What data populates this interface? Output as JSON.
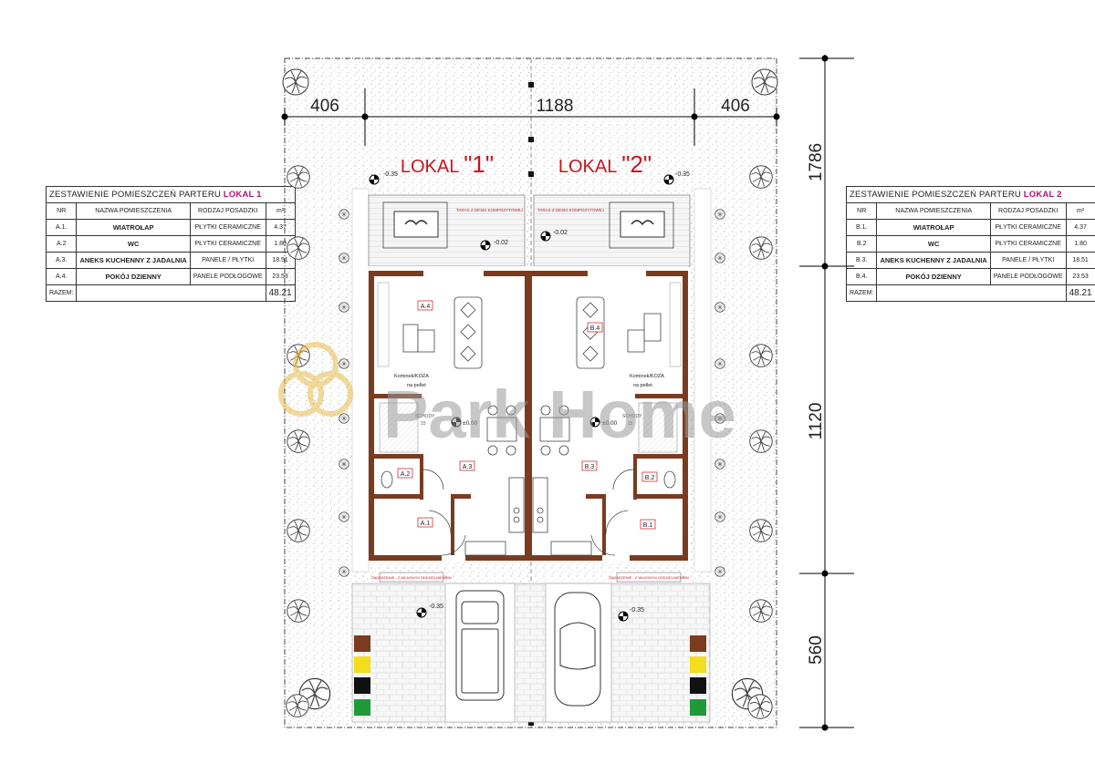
{
  "dimensions": {
    "top_left": "406",
    "top_middle": "1188",
    "top_right": "406",
    "right_top": "1786",
    "right_middle": "1120",
    "right_bottom": "560"
  },
  "units": [
    {
      "heading": "LOKAL",
      "number": "\"1\"",
      "table": {
        "title_prefix": "ZESTAWIENIE POMIESZCZEŃ PARTERU",
        "title_lokal": "LOKAL 1",
        "headers": [
          "NR",
          "NAZWA POMIESZCZENIA",
          "RODZAJ POSADZKI",
          "m²"
        ],
        "rows": [
          {
            "nr": "A.1.",
            "name": "WIATROŁAP",
            "floor": "PŁYTKI CERAMICZNE",
            "area": "4.37"
          },
          {
            "nr": "A.2",
            "name": "WC",
            "floor": "PŁYTKI CERAMICZNE",
            "area": "1.80"
          },
          {
            "nr": "A.3.",
            "name": "ANEKS KUCHENNY Z JADALNIA",
            "floor": "PANELE / PŁYTKI",
            "area": "18.51"
          },
          {
            "nr": "A.4.",
            "name": "POKÓJ DZIENNY",
            "floor": "PANELE PODŁOGOWE",
            "area": "23.53"
          }
        ],
        "total_label": "RAZEM:",
        "total": "48.21"
      },
      "room_labels": [
        "A.1",
        "A.2",
        "A.3",
        "A.4"
      ],
      "level_terrace": "-0.02",
      "level_floor": "±0.00",
      "fireplace": "Kominek/KOZA",
      "fireplace_sub": "na pellet",
      "stair": "SCHODY",
      "stair_count": "15",
      "terrace_note": "TARAS Z DESKI KOMPOZYTOWEJ",
      "entrance_note": "ZADASZENIE - Z WŁASNYM ODDZIELNIENIEM",
      "corner_level": "-0.35",
      "drive_level": "-0.35"
    },
    {
      "heading": "LOKAL",
      "number": "\"2\"",
      "table": {
        "title_prefix": "ZESTAWIENIE POMIESZCZEŃ PARTERU",
        "title_lokal": "LOKAL 2",
        "headers": [
          "NR",
          "NAZWA POMIESZCZENIA",
          "RODZAJ POSADZKI",
          "m²"
        ],
        "rows": [
          {
            "nr": "B.1.",
            "name": "WIATROŁAP",
            "floor": "PŁYTKI CERAMICZNE",
            "area": "4.37"
          },
          {
            "nr": "B.2",
            "name": "WC",
            "floor": "PŁYTKI CERAMICZNE",
            "area": "1.80"
          },
          {
            "nr": "B.3.",
            "name": "ANEKS KUCHENNY Z JADALNIA",
            "floor": "PANELE / PŁYTKI",
            "area": "18.51"
          },
          {
            "nr": "B.4.",
            "name": "POKÓJ DZIENNY",
            "floor": "PANELE PODŁOGOWE",
            "area": "23.53"
          }
        ],
        "total_label": "RAZEM:",
        "total": "48.21"
      },
      "room_labels": [
        "B.1",
        "B.2",
        "B.3",
        "B.4"
      ],
      "level_terrace": "-0.02",
      "level_floor": "±0.00",
      "fireplace": "Kominek/KOZA",
      "fireplace_sub": "na pellet",
      "stair": "SCHODY",
      "stair_count": "15",
      "terrace_note": "TARAS Z DESKI KOMPOZYTOWEJ",
      "entrance_note": "ZADASZENIE - Z WŁASNYM ODDZIELNIENIEM",
      "corner_level": "-0.35",
      "drive_level": "-0.35"
    }
  ],
  "watermark": "Park Home",
  "colors": {
    "wall": "#7a3b1f",
    "lokal_heading": "#c4161c",
    "table_accent": "#b0147a",
    "bin_brown": "#7a3b1f",
    "bin_yellow": "#f2dd1e",
    "bin_black": "#111111",
    "bin_green": "#1f9a3a",
    "watermark": "#e9b949"
  }
}
